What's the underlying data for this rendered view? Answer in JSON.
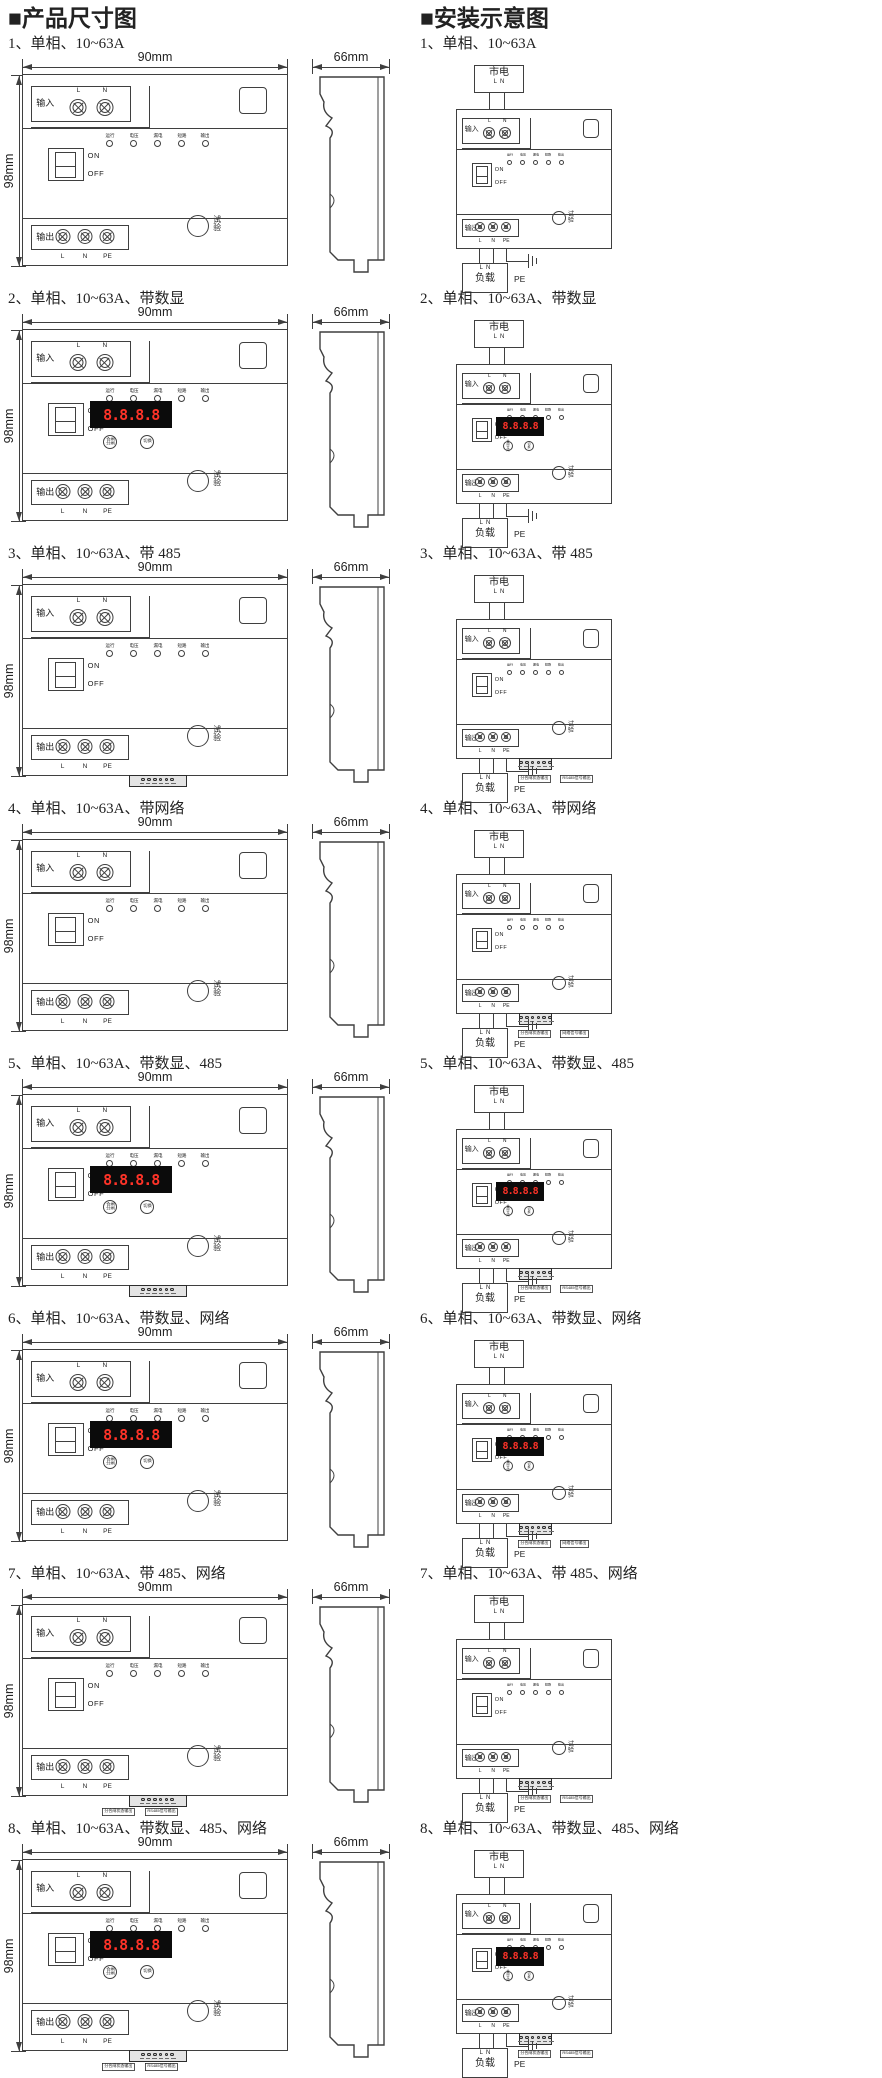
{
  "left_column": {
    "title": "■产品尺寸图"
  },
  "right_column": {
    "title": "■安装示意图"
  },
  "dims": {
    "width": "90mm",
    "height": "98mm",
    "depth": "66mm"
  },
  "device": {
    "input_label": "输入",
    "output_label": "输出",
    "terminal_l": "L",
    "terminal_n": "N",
    "terminal_pe": "PE",
    "switch_on": "ON",
    "switch_off": "OFF",
    "test_button": "试验",
    "indicators": [
      "运行",
      "电压",
      "漏电",
      "短路",
      "输出"
    ],
    "display_value": "8.8.8.8",
    "display_buttons": [
      "合闸分闸",
      "切换"
    ]
  },
  "install": {
    "mains_label": "市电",
    "mains_terminals": "L  N",
    "load_terminals": "L  N",
    "load_label": "负载",
    "pe_label": "PE",
    "comm_annotations": [
      "分合闸状态输出",
      "RS485信号输出",
      "网络信号输出"
    ]
  },
  "colors": {
    "line": "#3f3f3f",
    "display_bg": "#0b0b0b",
    "display_digits": "#ff3328",
    "strip_bg": "#e4e4e4"
  },
  "sections": [
    {
      "caption": "1、单相、10~63A",
      "display": false,
      "rs485": false,
      "network": false
    },
    {
      "caption": "2、单相、10~63A、带数显",
      "display": true,
      "rs485": false,
      "network": false
    },
    {
      "caption": "3、单相、10~63A、带 485",
      "display": false,
      "rs485": true,
      "network": false
    },
    {
      "caption": "4、单相、10~63A、带网络",
      "display": false,
      "rs485": false,
      "network": true
    },
    {
      "caption": "5、单相、10~63A、带数显、485",
      "display": true,
      "rs485": true,
      "network": false
    },
    {
      "caption": "6、单相、10~63A、带数显、网络",
      "display": true,
      "rs485": false,
      "network": true
    },
    {
      "caption": "7、单相、10~63A、带 485、网络",
      "display": false,
      "rs485": true,
      "network": true
    },
    {
      "caption": "8、单相、10~63A、带数显、485、网络",
      "display": true,
      "rs485": true,
      "network": true
    }
  ]
}
